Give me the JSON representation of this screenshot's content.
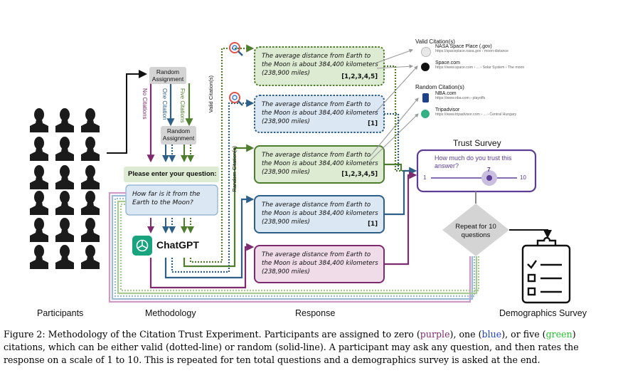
{
  "columns": {
    "participants": "Participants",
    "methodology": "Methodology",
    "response": "Response",
    "demographics": "Demographics Survey"
  },
  "random_assignment": "Random Assignment",
  "arm_labels": {
    "none": "No Citations",
    "one": "One Citation",
    "five": "Five Citations"
  },
  "prompt_header": "Please enter your question:",
  "prompt_text": "How far is it from the Earth to the Moon?",
  "chatgpt_label": "ChatGPT",
  "side_labels": {
    "valid": "Valid Citation(s)",
    "random": "Random Citation(s)"
  },
  "responses": [
    {
      "text": "The average distance from Earth to the Moon is about 384,400 kilometers (238,900 miles)",
      "citation": "[1,2,3,4,5]",
      "color": "green",
      "style": "dotted"
    },
    {
      "text": "The average distance from Earth to the Moon is about 384,400 kilometers (238,900 miles)",
      "citation": "[1]",
      "color": "blue",
      "style": "dotted"
    },
    {
      "text": "The average distance from Earth to the Moon is about 384,400 kilometers (238,900 miles)",
      "citation": "[1,2,3,4,5]",
      "color": "green",
      "style": "solid"
    },
    {
      "text": "The average distance from Earth to the Moon is about 384,400 kilometers (238,900 miles)",
      "citation": "[1]",
      "color": "blue",
      "style": "solid"
    },
    {
      "text": "The average distance from Earth to the Moon is about 384,400 kilometers (238,900 miles)",
      "citation": "",
      "color": "purple",
      "style": "solid"
    }
  ],
  "valid_citations": {
    "heading": "Valid Citation(s)",
    "items": [
      {
        "source": "NASA Space Place (.gov)",
        "url": "https://spaceplace.nasa.gov › moon-distance"
      },
      {
        "source": "Space.com",
        "url": "https://www.space.com › ... › Solar System › The moon"
      }
    ]
  },
  "random_citations": {
    "heading": "Random Citation(s)",
    "items": [
      {
        "source": "NBA.com",
        "url": "https://www.nba.com › playoffs"
      },
      {
        "source": "Tripadvisor",
        "url": "https://www.tripadvisor.com › ... › Central Hungary"
      }
    ]
  },
  "trust_survey": {
    "title": "Trust Survey",
    "question": "How much do you trust this answer?",
    "scale_min": "1",
    "scale_max": "10",
    "selected": "7"
  },
  "repeat_label": "Repeat for 10 questions",
  "colors": {
    "purple": "#7d2a6e",
    "blue": "#2d5f88",
    "green": "#4f7d2e",
    "green_fill": "#dcebd2",
    "blue_fill": "#dbe7f2",
    "purple_fill": "#f0dbe9",
    "survey_purple": "#5b3d96"
  },
  "caption": {
    "lead": "Figure 2: Methodology of the Citation Trust Experiment. Participants are assigned to zero (",
    "purple_word": "purple",
    "mid1": "), one (",
    "blue_word": "blue",
    "mid2": "), or five (",
    "green_word": "green",
    "tail": ") citations, which can be either valid (dotted-line) or random (solid-line). A participant may ask any question, and then rates the response on a scale of 1 to 10. This is repeated for ten total questions and a demographics survey is asked at the end."
  }
}
